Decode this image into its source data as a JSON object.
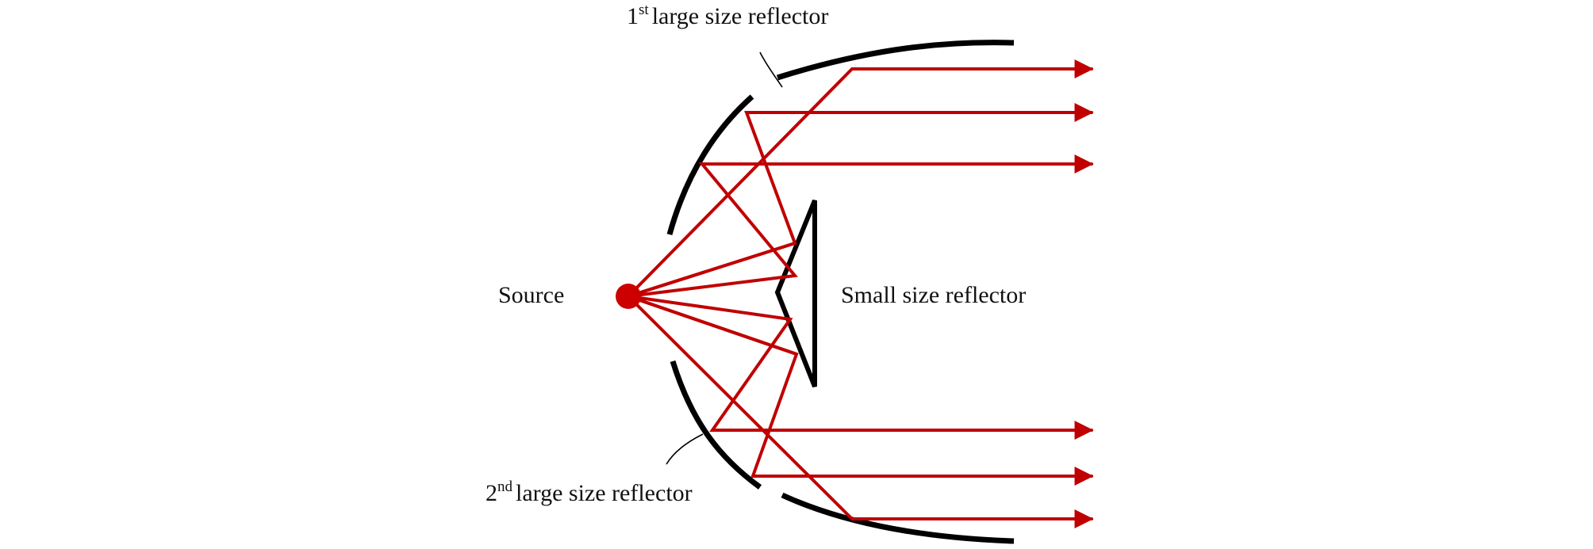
{
  "labels": {
    "first_reflector": {
      "num": "1",
      "sup": "st",
      "text": "large size reflector"
    },
    "second_reflector": {
      "num": "2",
      "sup": "nd",
      "text": "large size reflector"
    },
    "source": "Source",
    "small_reflector": "Small size reflector"
  },
  "colors": {
    "ray": "#c00000",
    "source": "#cc0000",
    "reflector": "#000000",
    "background": "#ffffff"
  }
}
